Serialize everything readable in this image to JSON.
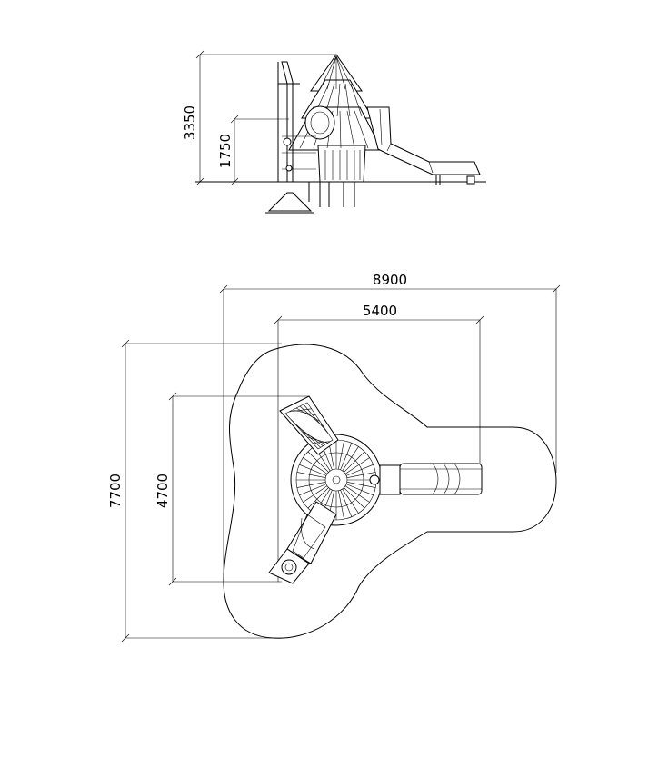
{
  "side_view": {
    "total_height_label": "3350",
    "platform_height_label": "1750"
  },
  "plan_view": {
    "overall_width_label": "8900",
    "equipment_width_label": "5400",
    "overall_depth_label": "7700",
    "equipment_depth_label": "4700"
  }
}
